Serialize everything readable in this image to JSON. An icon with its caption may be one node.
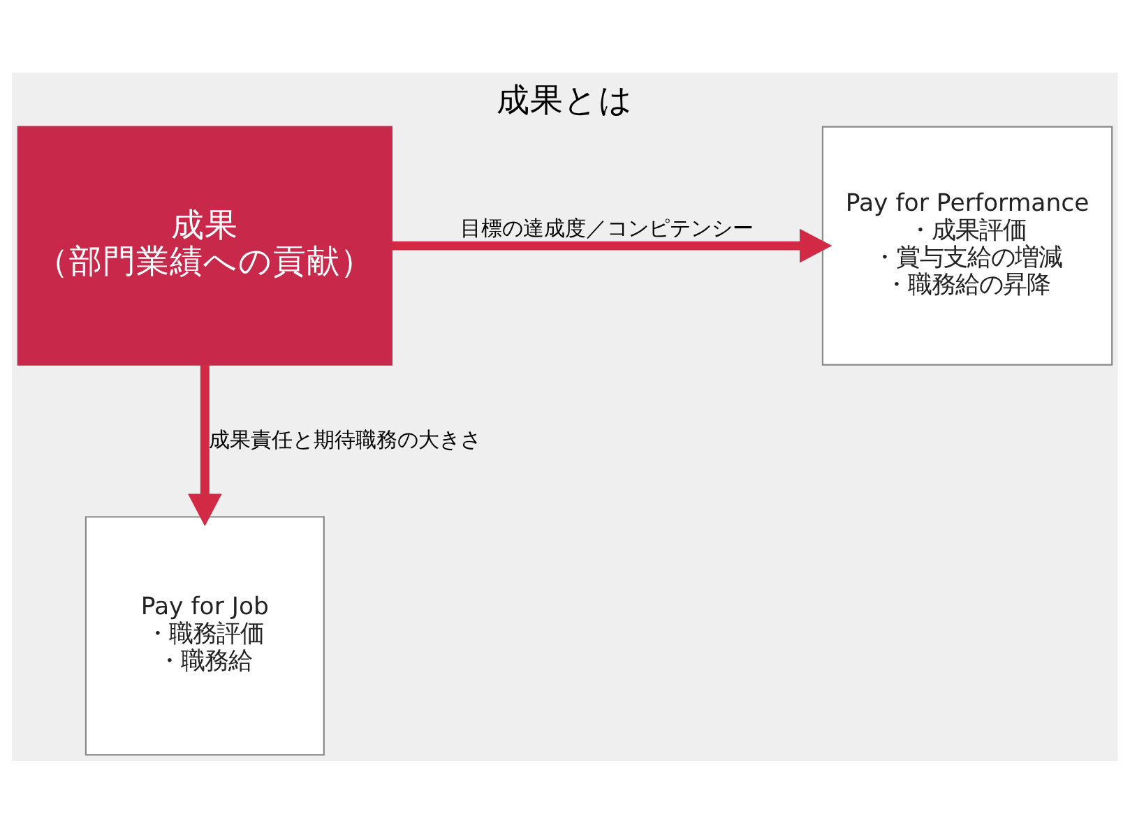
{
  "diagram": {
    "title": "成果とは",
    "nodes": [
      {
        "text": [
          "成果",
          "（部門業績への貢献）"
        ]
      },
      {
        "text": [
          "Pay for Performance",
          "・成果評価",
          "・賞与支給の増減",
          "・職務給の昇降"
        ]
      },
      {
        "text": [
          "Pay for Job",
          "・職務評価",
          "・職務給"
        ]
      }
    ],
    "edges": [
      {
        "from": 0,
        "to": 1,
        "arrow": "to",
        "label": "目標の達成度／コンピテンシー"
      },
      {
        "from": 0,
        "to": 2,
        "arrow": "to",
        "label": "成果責任と期待職務の大きさ"
      }
    ]
  }
}
